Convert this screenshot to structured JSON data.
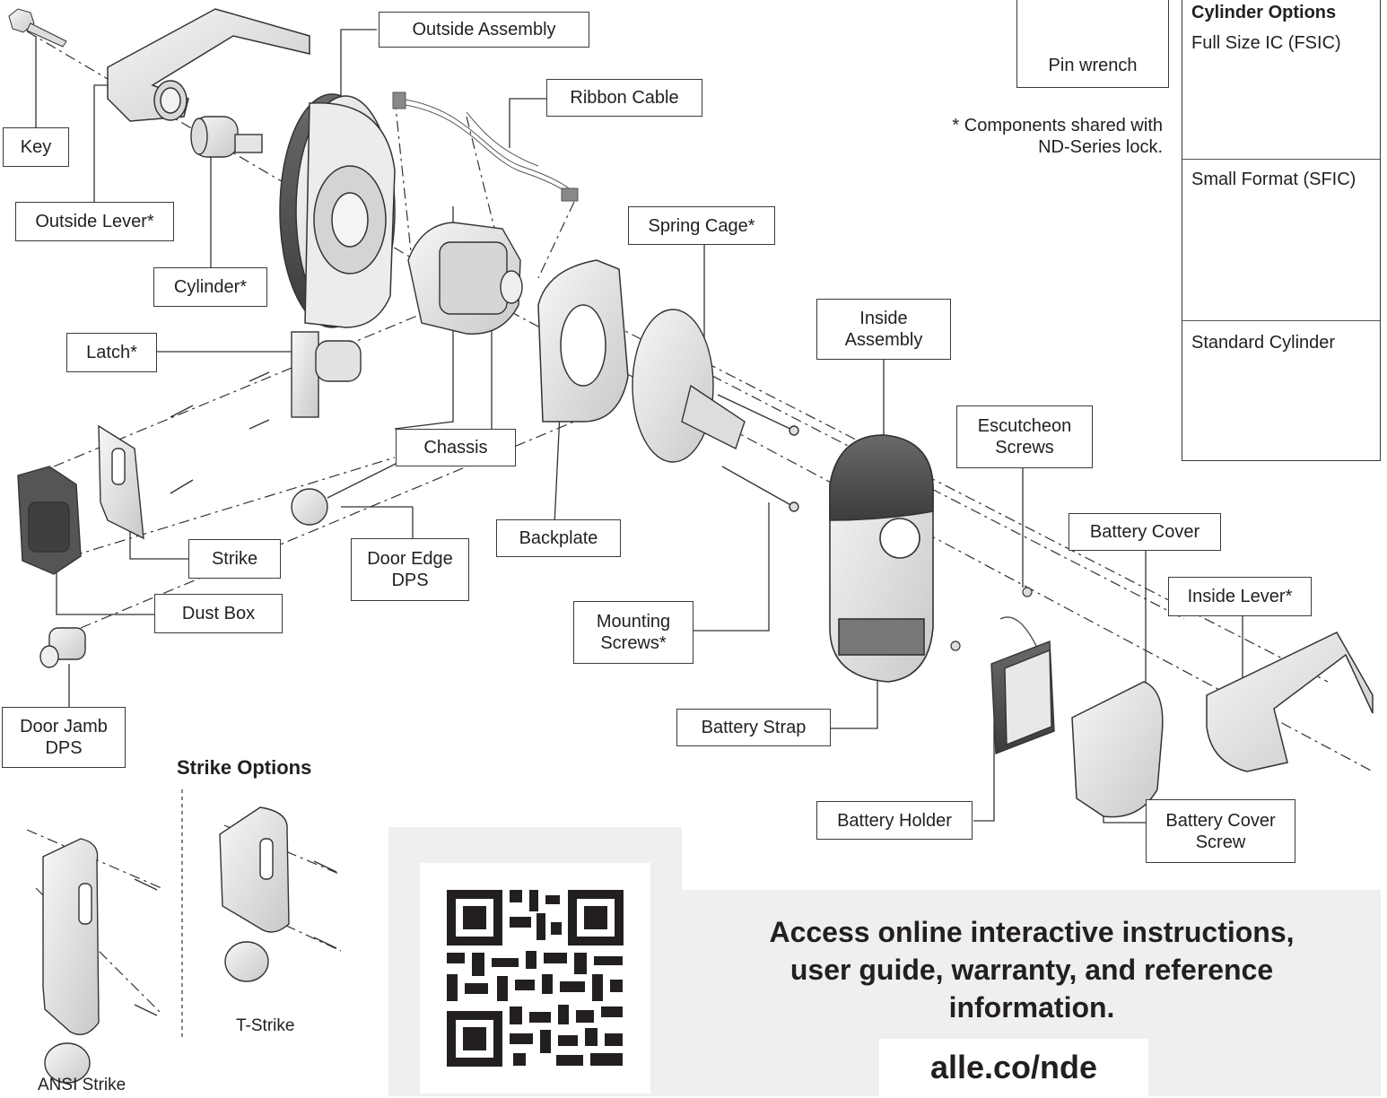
{
  "labels": {
    "outside_assembly": "Outside Assembly",
    "ribbon_cable": "Ribbon Cable",
    "key": "Key",
    "outside_lever": "Outside Lever*",
    "cylinder": "Cylinder*",
    "latch": "Latch*",
    "chassis": "Chassis",
    "spring_cage": "Spring Cage*",
    "inside_assembly": "Inside\nAssembly",
    "escutcheon_screws": "Escutcheon\nScrews",
    "battery_cover": "Battery Cover",
    "inside_lever": "Inside Lever*",
    "backplate": "Backplate",
    "strike": "Strike",
    "door_edge_dps": "Door Edge\nDPS",
    "dust_box": "Dust Box",
    "mounting_screws": "Mounting\nScrews*",
    "battery_strap": "Battery Strap",
    "battery_holder": "Battery Holder",
    "battery_cover_screw": "Battery Cover\nScrew",
    "door_jamb_dps": "Door Jamb\nDPS"
  },
  "tools": {
    "pin_wrench": "Pin wrench"
  },
  "note": "* Components shared with\nND-Series lock.",
  "cylinder_options": {
    "heading": "Cylinder Options",
    "items": [
      "Full Size IC (FSIC)",
      "Small Format (SFIC)",
      "Standard Cylinder"
    ]
  },
  "strike_options": {
    "heading": "Strike Options",
    "items": [
      "ANSI Strike",
      "T-Strike"
    ]
  },
  "promo": {
    "text": "Access online interactive instructions,\nuser guide, warranty, and reference\ninformation.",
    "url": "alle.co/nde"
  }
}
